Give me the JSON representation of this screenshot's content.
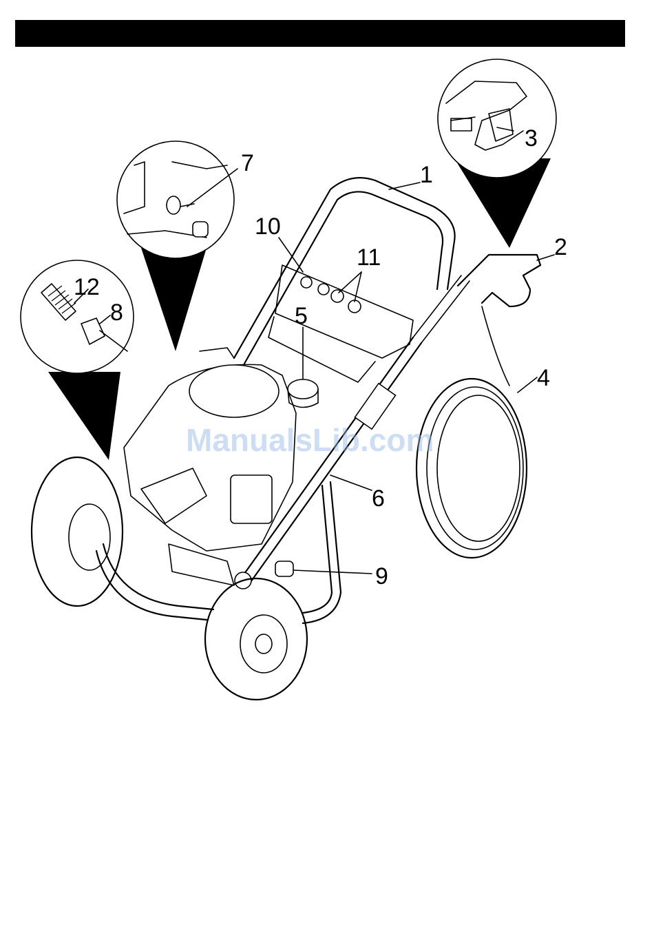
{
  "header_bar": {
    "color": "#000000"
  },
  "watermark": {
    "text": "ManualsLib.com",
    "color": "#8fb3e6"
  },
  "callouts": {
    "c1": "1",
    "c2": "2",
    "c3": "3",
    "c4": "4",
    "c5": "5",
    "c6": "6",
    "c7": "7",
    "c8": "8",
    "c9": "9",
    "c10": "10",
    "c11": "11",
    "c12": "12"
  }
}
